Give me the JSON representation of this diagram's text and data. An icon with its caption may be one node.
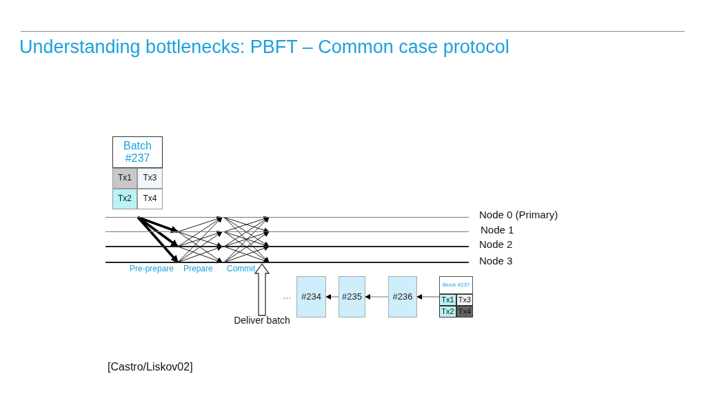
{
  "diagram": {
    "title": "Understanding bottlenecks: PBFT – Common case protocol",
    "nodes": [
      {
        "text": [
          "Batch #237"
        ]
      },
      {
        "text": [
          "Tx1"
        ]
      },
      {
        "text": [
          "Tx3"
        ]
      },
      {
        "text": [
          "Tx2"
        ]
      },
      {
        "text": [
          "Tx4"
        ]
      },
      {
        "text": [],
        "shape": "line",
        "beside": [
          "Node 0 (Primary)"
        ]
      },
      {
        "text": [],
        "shape": "line",
        "beside": [
          "Node 1"
        ]
      },
      {
        "text": [],
        "shape": "line",
        "beside": [
          "Node 2"
        ]
      },
      {
        "text": [],
        "shape": "line",
        "beside": [
          "Node 3"
        ]
      },
      {
        "text": [
          "#234"
        ]
      },
      {
        "text": [
          "#235"
        ]
      },
      {
        "text": [
          "#236"
        ]
      },
      {
        "text": [
          "Block #237"
        ]
      },
      {
        "text": [
          "Tx1"
        ]
      },
      {
        "text": [
          "Tx3"
        ]
      },
      {
        "text": [
          "Tx2"
        ]
      },
      {
        "text": [
          "Tx4"
        ]
      },
      {
        "text": [
          "Deliver batch"
        ]
      }
    ],
    "edges": [
      {
        "from": 5,
        "to": 6,
        "arrow": "to",
        "style": "thick"
      },
      {
        "from": 5,
        "to": 7,
        "arrow": "to",
        "style": "thick"
      },
      {
        "from": 5,
        "to": 8,
        "arrow": "to",
        "style": "thick"
      },
      {
        "from": 6,
        "to": 5,
        "arrow": "to"
      },
      {
        "from": 6,
        "to": 7,
        "arrow": "to"
      },
      {
        "from": 6,
        "to": 8,
        "arrow": "to"
      },
      {
        "from": 7,
        "to": 5,
        "arrow": "to"
      },
      {
        "from": 7,
        "to": 6,
        "arrow": "to"
      },
      {
        "from": 7,
        "to": 8,
        "arrow": "to"
      },
      {
        "from": 8,
        "to": 5,
        "arrow": "to"
      },
      {
        "from": 8,
        "to": 6,
        "arrow": "to"
      },
      {
        "from": 8,
        "to": 7,
        "arrow": "to"
      },
      {
        "from": 5,
        "to": 6,
        "arrow": "to"
      },
      {
        "from": 5,
        "to": 7,
        "arrow": "to"
      },
      {
        "from": 5,
        "to": 8,
        "arrow": "to"
      },
      {
        "from": 6,
        "to": 5,
        "arrow": "to"
      },
      {
        "from": 6,
        "to": 7,
        "arrow": "to"
      },
      {
        "from": 6,
        "to": 8,
        "arrow": "to"
      },
      {
        "from": 7,
        "to": 5,
        "arrow": "to"
      },
      {
        "from": 7,
        "to": 6,
        "arrow": "to"
      },
      {
        "from": 7,
        "to": 8,
        "arrow": "to"
      },
      {
        "from": 8,
        "to": 5,
        "arrow": "to"
      },
      {
        "from": 8,
        "to": 6,
        "arrow": "to"
      },
      {
        "from": 8,
        "to": 7,
        "arrow": "to"
      },
      {
        "from": 10,
        "to": 9,
        "arrow": "to",
        "color": "#777777"
      },
      {
        "from": 11,
        "to": 10,
        "arrow": "to",
        "color": "#777777"
      },
      {
        "from": 13,
        "to": 11,
        "arrow": "to",
        "color": "#777777"
      },
      {
        "from": 17,
        "to": 8,
        "arrow": "to"
      }
    ],
    "labels": [
      "Pre-prepare",
      "Prepare",
      "Commit",
      "...",
      "[Castro/Liskov02]"
    ]
  }
}
